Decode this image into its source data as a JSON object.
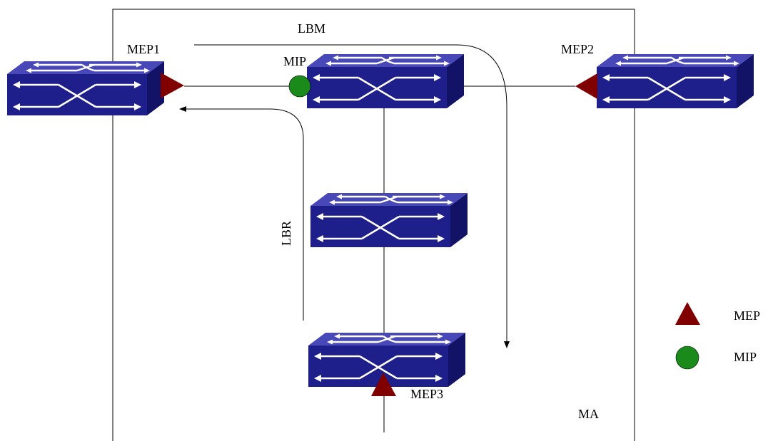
{
  "labels": {
    "lbm": "LBM",
    "lbr": "LBR",
    "mep1": "MEP1",
    "mep2": "MEP2",
    "mep3": "MEP3",
    "mip": "MIP",
    "ma": "MA"
  },
  "legend": {
    "mep_label": "MEP",
    "mip_label": "MIP"
  },
  "colors": {
    "switch_top": "#4848b8",
    "switch_front": "#1f1f8c",
    "switch_side": "#121266",
    "mep": "#800000",
    "mip": "#1a8a1a",
    "line": "#000000"
  }
}
